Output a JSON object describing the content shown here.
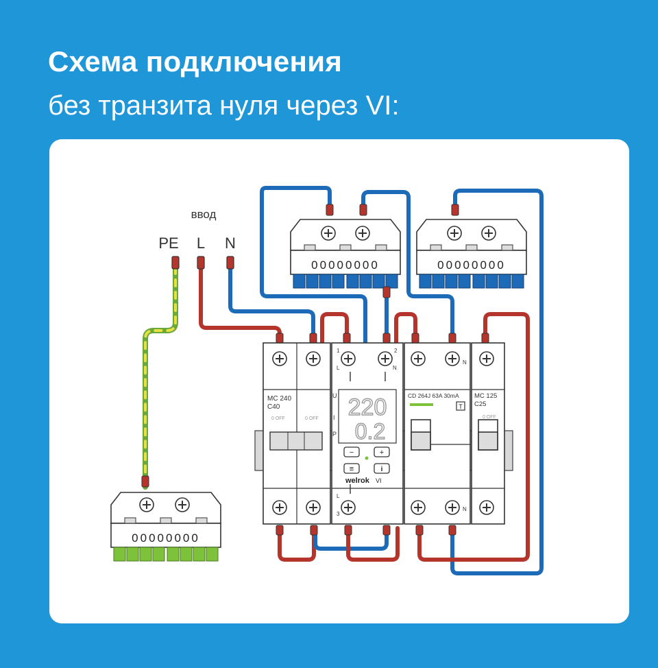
{
  "title": {
    "line1": "Схема подключения",
    "line2": "без транзита нуля через VI:"
  },
  "input": {
    "label": "ввод",
    "pe": "PE",
    "l": "L",
    "n": "N"
  },
  "breaker_main": {
    "model": "MC 240",
    "rating": "C40",
    "off1": "0  OFF",
    "off2": "0  OFF"
  },
  "relay": {
    "brand": "welrok",
    "model": "VI",
    "display_voltage": "220",
    "display_current": "0.2",
    "side_u": "U",
    "side_i": "I",
    "side_p": "P",
    "term_1": "1",
    "term_2": "2",
    "term_3": "3",
    "term_l_top": "L",
    "term_n_top": "N",
    "term_l_bot": "L",
    "btn_minus": "−",
    "btn_plus": "+",
    "btn_menu": "≡",
    "btn_info": "i"
  },
  "rcd": {
    "model": "CD 264J 63A 30mA",
    "test": "T",
    "n_top": "N",
    "n_bot": "N"
  },
  "breaker_group": {
    "model": "MC 125",
    "rating": "C25",
    "off": "0  OFF"
  },
  "colors": {
    "background": "#1f96d8",
    "phase": "#b5352d",
    "neutral": "#1d6bb8",
    "earth_green": "#7dc23a",
    "earth_yellow": "#e6e043"
  },
  "icons": [
    "screw-terminal-icon",
    "lever-icon",
    "button-icon"
  ]
}
